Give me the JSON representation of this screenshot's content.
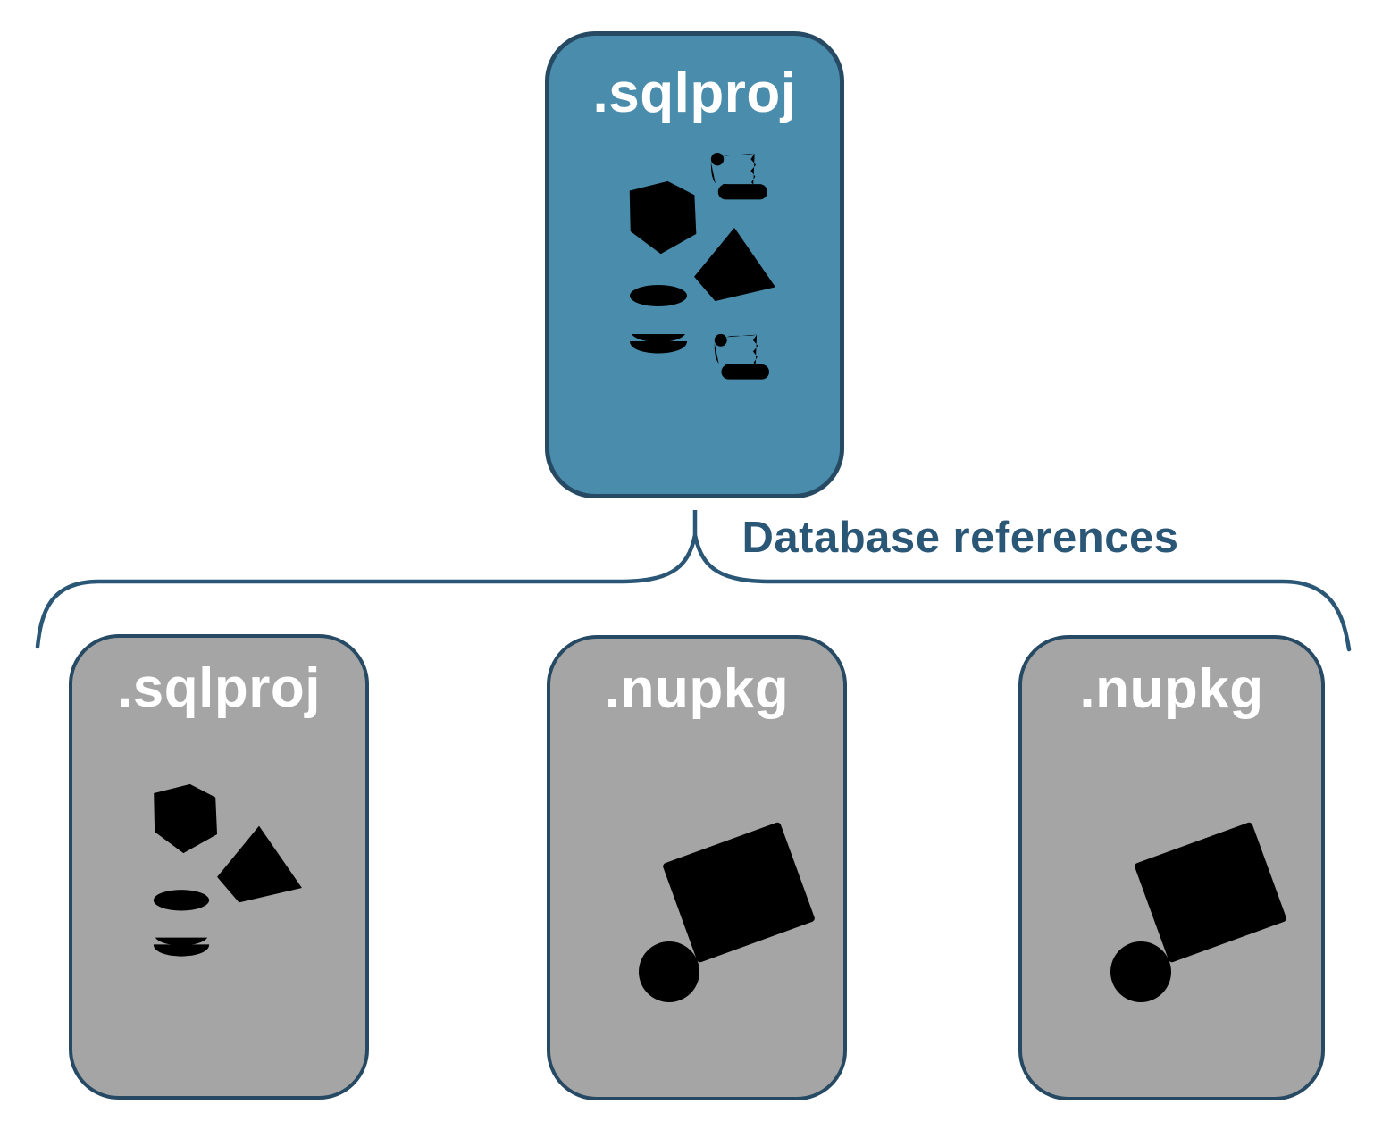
{
  "connector": {
    "label": "Database references"
  },
  "nodes": [
    {
      "id": "root",
      "label": ".sqlproj",
      "role": "project",
      "icons": [
        "cube-icon",
        "scroll-icon",
        "pyramid-icon",
        "cylinder-icon",
        "scroll-icon"
      ]
    },
    {
      "id": "ref-sqlproj",
      "label": ".sqlproj",
      "role": "database-reference",
      "icons": [
        "cube-icon",
        "pyramid-icon",
        "cylinder-icon"
      ]
    },
    {
      "id": "ref-nupkg-1",
      "label": ".nupkg",
      "role": "database-reference",
      "icons": [
        "handtruck-package-icon"
      ]
    },
    {
      "id": "ref-nupkg-2",
      "label": ".nupkg",
      "role": "database-reference",
      "icons": [
        "handtruck-package-icon"
      ]
    }
  ],
  "theme": {
    "blue": "#4a8cab",
    "gray": "#a5a5a5",
    "border": "#264a63",
    "text": "#2b5777",
    "icon": "#ffffff",
    "bg": "#ffffff"
  }
}
